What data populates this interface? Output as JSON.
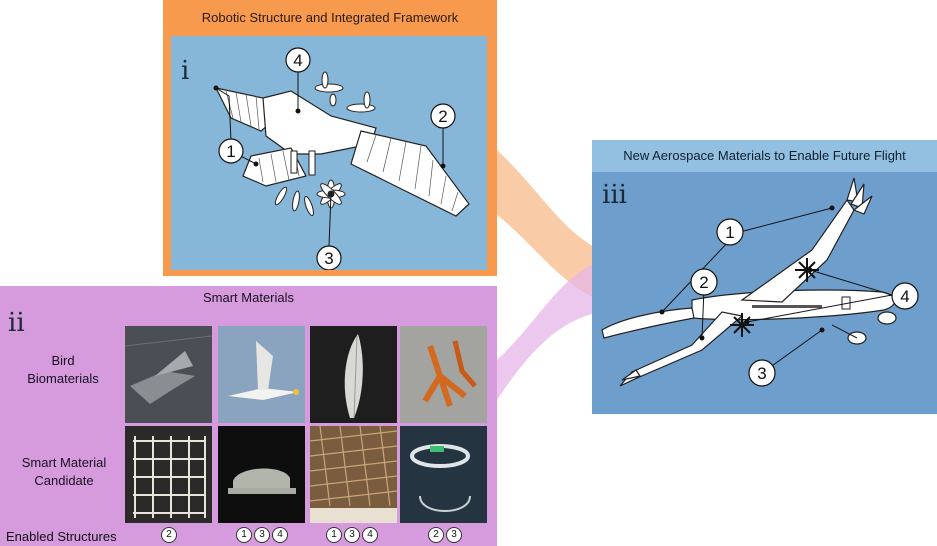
{
  "panel_i": {
    "title": "Robotic Structure and Integrated Framework",
    "numeral": "i",
    "callouts": [
      "1",
      "2",
      "3",
      "4"
    ]
  },
  "panel_ii": {
    "title": "Smart Materials",
    "numeral": "ii",
    "rows": [
      {
        "label_line1": "Bird",
        "label_line2": "Biomaterials"
      },
      {
        "label_line1": "Smart Material",
        "label_line2": "Candidate"
      }
    ],
    "enabled_label": "Enabled Structures",
    "enabled_groups": [
      [
        "2"
      ],
      [
        "1",
        "3",
        "4"
      ],
      [
        "1",
        "3",
        "4"
      ],
      [
        "2",
        "3"
      ]
    ]
  },
  "panel_iii": {
    "title": "New Aerospace Materials to Enable Future Flight",
    "numeral": "iii",
    "callouts": [
      "1",
      "2",
      "3",
      "4"
    ]
  },
  "colors": {
    "orange": "#f79a4e",
    "light_blue": "#86b6d8",
    "purple": "#d59bdd",
    "steel_blue": "#6e9fcc"
  }
}
